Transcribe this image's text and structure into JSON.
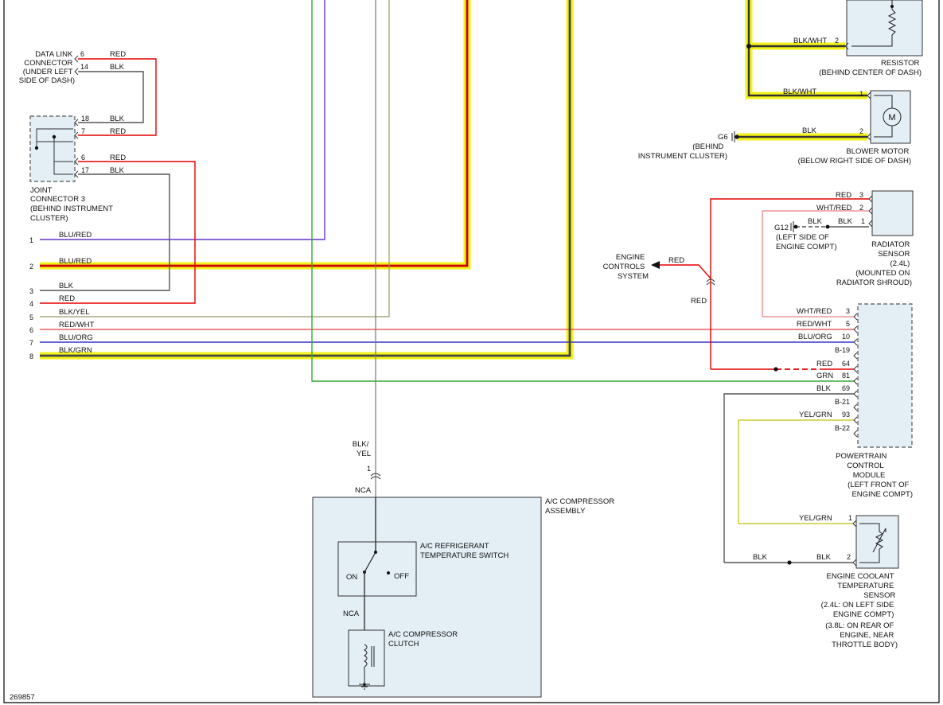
{
  "footer": {
    "figure_id": "269857"
  },
  "data_link_connector": {
    "label": [
      "DATA LINK",
      "CONNECTOR",
      "(UNDER LEFT",
      "SIDE OF DASH)"
    ],
    "pins": [
      {
        "num": "6",
        "color": "RED"
      },
      {
        "num": "14",
        "color": "BLK"
      }
    ]
  },
  "joint_connector": {
    "label": [
      "JOINT",
      "CONNECTOR 3",
      "(BEHIND INSTRUMENT",
      "CLUSTER)"
    ],
    "pins": [
      {
        "num": "18",
        "color": "BLK"
      },
      {
        "num": "7",
        "color": "RED"
      },
      {
        "num": "6",
        "color": "RED"
      },
      {
        "num": "17",
        "color": "BLK"
      }
    ]
  },
  "harness": [
    {
      "num": "1",
      "color": "BLU/RED",
      "hex": "#6633cc"
    },
    {
      "num": "2",
      "color": "BLU/RED",
      "hex": "#d4001a"
    },
    {
      "num": "3",
      "color": "BLK",
      "hex": "#555555"
    },
    {
      "num": "4",
      "color": "RED",
      "hex": "#e60000"
    },
    {
      "num": "5",
      "color": "BLK/YEL",
      "hex": "#999966"
    },
    {
      "num": "6",
      "color": "RED/WHT",
      "hex": "#e04040"
    },
    {
      "num": "7",
      "color": "BLU/ORG",
      "hex": "#3333cc"
    },
    {
      "num": "8",
      "color": "BLK/GRN",
      "hex": "#444444"
    }
  ],
  "resistor": {
    "label": [
      "RESISTOR",
      "(BEHIND CENTER OF DASH)"
    ],
    "pin": {
      "num": "2",
      "color": "BLK/WHT"
    }
  },
  "blower_motor": {
    "label": [
      "BLOWER MOTOR",
      "(BELOW RIGHT SIDE OF DASH)"
    ],
    "symbol": "M",
    "pins": [
      {
        "num": "1",
        "color": "BLK/WHT"
      },
      {
        "num": "2",
        "color": "BLK"
      }
    ]
  },
  "ground_g6": {
    "id": "G6",
    "label": [
      "(BEHIND",
      "INSTRUMENT CLUSTER)"
    ]
  },
  "radiator_sensor": {
    "label": [
      "RADIATOR",
      "SENSOR",
      "(2.4L)",
      "(MOUNTED ON",
      "RADIATOR SHROUD)"
    ],
    "pins": [
      {
        "num": "3",
        "color": "RED"
      },
      {
        "num": "2",
        "color": "WHT/RED"
      },
      {
        "num": "1",
        "color": "BLK"
      }
    ]
  },
  "ground_g12": {
    "id": "G12",
    "wire": "BLK",
    "label": [
      "(LEFT SIDE OF",
      "ENGINE COMPT)"
    ]
  },
  "engine_controls": {
    "label": [
      "ENGINE",
      "CONTROLS",
      "SYSTEM"
    ],
    "wire": "RED",
    "wire_down": "RED"
  },
  "pcm": {
    "label": [
      "POWERTRAIN",
      "CONTROL",
      "MODULE",
      "(LEFT FRONT OF",
      "ENGINE COMPT)"
    ],
    "pins": [
      {
        "num": "3",
        "color": "WHT/RED"
      },
      {
        "num": "5",
        "color": "RED/WHT"
      },
      {
        "num": "10",
        "color": "BLU/ORG"
      },
      {
        "num": "B-19",
        "color": ""
      },
      {
        "num": "64",
        "color": "RED"
      },
      {
        "num": "81",
        "color": "GRN"
      },
      {
        "num": "69",
        "color": "BLK"
      },
      {
        "num": "B-21",
        "color": ""
      },
      {
        "num": "93",
        "color": "YEL/GRN"
      },
      {
        "num": "B-22",
        "color": ""
      }
    ]
  },
  "coolant_sensor": {
    "label": [
      "ENGINE COOLANT",
      "TEMPERATURE",
      "SENSOR",
      "(2.4L: ON LEFT SIDE",
      "ENGINE COMPT)",
      "(3.8L: ON REAR OF",
      "ENGINE, NEAR",
      "THROTTLE BODY)"
    ],
    "pins": [
      {
        "num": "1",
        "color": "YEL/GRN"
      },
      {
        "num": "2",
        "color": "BLK"
      }
    ],
    "splice_wire": "BLK"
  },
  "ac_compressor": {
    "label": [
      "A/C COMPRESSOR",
      "ASSEMBLY"
    ],
    "input_wire": [
      "BLK/",
      "YEL"
    ],
    "pin": "1",
    "nca_top": "NCA",
    "nca_mid": "NCA",
    "temp_switch": {
      "label": [
        "A/C REFRIGERANT",
        "TEMPERATURE SWITCH"
      ],
      "on": "ON",
      "off": "OFF"
    },
    "clutch": {
      "label": [
        "A/C COMPRESSOR",
        "CLUTCH"
      ]
    }
  }
}
